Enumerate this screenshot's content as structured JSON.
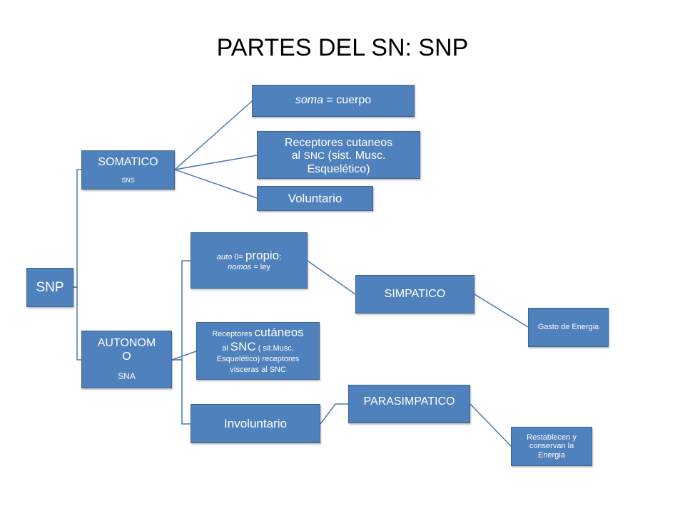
{
  "title": "PARTES DEL SN:   SNP",
  "colors": {
    "box_fill": "#4f81bd",
    "box_border": "#3c6496",
    "connector": "#4a78b0",
    "text": "#ffffff"
  },
  "nodes": {
    "snp": "SNP",
    "somatico": {
      "label": "SOMATICO",
      "sub": "SNS"
    },
    "autonomo": {
      "label": "AUTONOMO",
      "sub": "SNA"
    },
    "soma": {
      "italic": "soma",
      "rest": " = cuerpo"
    },
    "receptores_somatico": {
      "line1": "Receptores  cutaneos",
      "line2a": "al ",
      "line2b": "SNC",
      "line2c": "  (sist. Musc.",
      "line3": "Esquelético)"
    },
    "voluntario": "Voluntario",
    "auto": {
      "p1": "auto",
      "p2": " 0= ",
      "p3": "propio",
      "p4": ";",
      "p5": "nomos",
      "p6": " = ley"
    },
    "receptores_autonomo": {
      "a": "Receptores ",
      "b": "cutáneos",
      "c": "al ",
      "d": "SNC",
      "e": " ( sit.Musc.",
      "f": "Esquelético) receptores",
      "g": "vísceras al SNC"
    },
    "involuntario": "Involuntario",
    "simpatico": "SIMPATICO",
    "parasimpatico": "PARASIMPATICO",
    "gasto": "Gasto de Energia",
    "restablecen": "Restablecen  y conservan  la Energia"
  }
}
